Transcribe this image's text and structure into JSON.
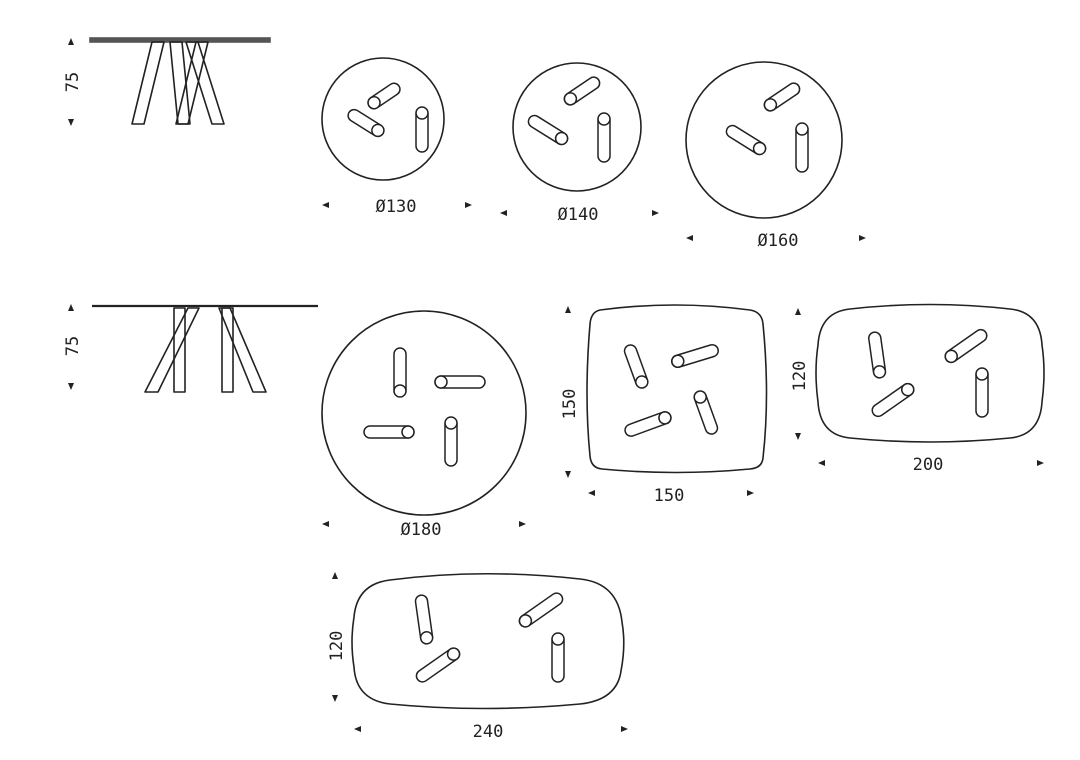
{
  "colors": {
    "stroke": "#222222",
    "background": "#ffffff"
  },
  "row1": {
    "height_label": "75",
    "tables": [
      {
        "shape": "round",
        "label": "Ø130"
      },
      {
        "shape": "round",
        "label": "Ø140"
      },
      {
        "shape": "round",
        "label": "Ø160"
      }
    ]
  },
  "row2": {
    "height_label": "75",
    "tables": [
      {
        "shape": "round",
        "label": "Ø180"
      },
      {
        "shape": "square",
        "width_label": "150",
        "depth_label": "150"
      },
      {
        "shape": "rectangle",
        "width_label": "200",
        "depth_label": "120"
      }
    ]
  },
  "row3": {
    "tables": [
      {
        "shape": "rectangle",
        "width_label": "240",
        "depth_label": "120"
      }
    ]
  }
}
